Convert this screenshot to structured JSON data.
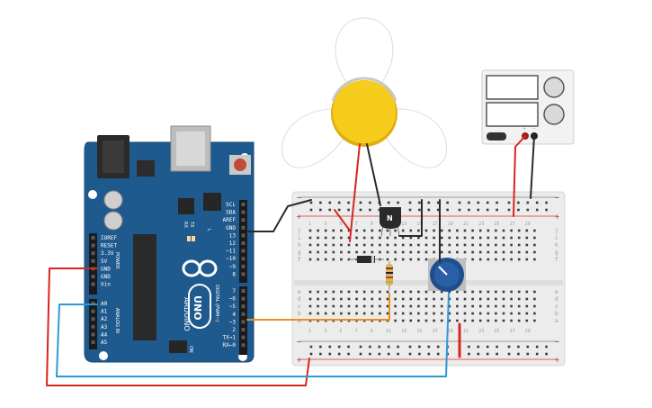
{
  "arduino": {
    "power_header_labels": [
      "IOREF",
      "RESET",
      "3.3V",
      "5V",
      "GND",
      "GND",
      "Vin"
    ],
    "analog_header_labels": [
      "A0",
      "A1",
      "A2",
      "A3",
      "A4",
      "A5"
    ],
    "top_header_labels": [
      "SCL",
      "SDA",
      "AREF",
      "GND",
      "13",
      "12",
      "~11",
      "~10",
      "~9",
      "8"
    ],
    "digital_header_labels": [
      "7",
      "~6",
      "~5",
      "4",
      "~3",
      "2",
      "TX→1",
      "RX←0"
    ],
    "power_section_label": "POWER",
    "analog_section_label": "ANALOG IN",
    "digital_section_label": "DIGITAL (PWM~)",
    "tx_label": "TX",
    "rx_label": "RX",
    "l_label": "L",
    "on_label": "ON",
    "brand_label": "ARDUINO",
    "model_label": "UNO",
    "board_color": "#1f5a8e"
  },
  "breadboard": {
    "transistor_label": "N",
    "row_letters_top": [
      "j",
      "i",
      "h",
      "g",
      "f"
    ],
    "row_letters_bottom": [
      "e",
      "d",
      "c",
      "b",
      "a"
    ],
    "column_numbers": [
      "1",
      "3",
      "5",
      "7",
      "9",
      "11",
      "13",
      "15",
      "17",
      "19",
      "21",
      "23",
      "25",
      "27",
      "29"
    ],
    "rail_plus": "+",
    "rail_minus": "−"
  },
  "power_supply": {
    "terminal_labels": [
      "+",
      "−"
    ]
  },
  "wire_colors": {
    "red": "#d7261e",
    "blue": "#2d9ad6",
    "orange": "#e8901f",
    "black": "#2a2a2a"
  },
  "fan_hub_color": "#f6cd1c"
}
